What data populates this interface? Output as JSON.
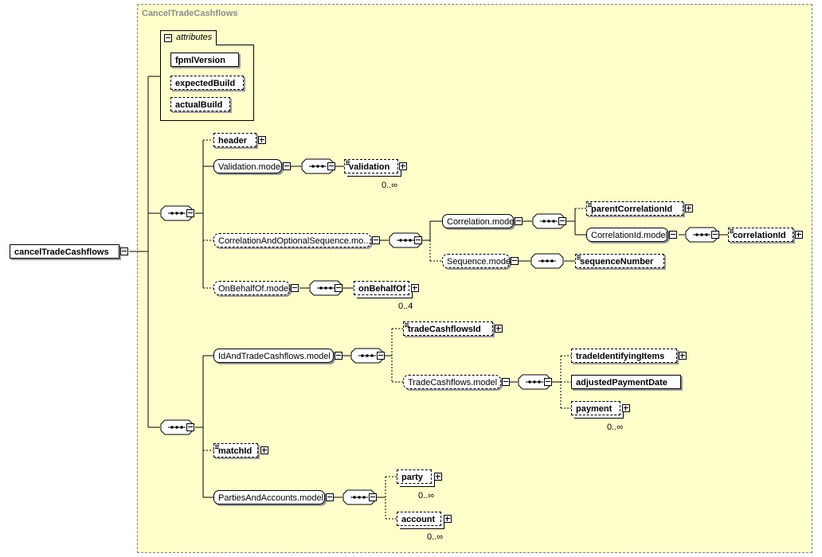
{
  "complex_type": {
    "title": "CancelTradeCashflows"
  },
  "attributes": {
    "label": "attributes",
    "items": [
      "fpmlVersion",
      "expectedBuild",
      "actualBuild"
    ]
  },
  "root": {
    "label": "cancelTradeCashflows"
  },
  "nodes": {
    "header": "header",
    "validation_model": "Validation.model",
    "validation": "validation",
    "validation_card": "0..∞",
    "corr_seq_model": "CorrelationAndOptionalSequence.mo...",
    "correlation_model": "Correlation.model",
    "parent_correlation_id": "parentCorrelationId",
    "correlation_id_model": "CorrelationId.model",
    "correlation_id": "correlationId",
    "sequence_model": "Sequence.model",
    "sequence_number": "sequenceNumber",
    "on_behalf_of_model": "OnBehalfOf.model",
    "on_behalf_of": "onBehalfOf",
    "on_behalf_of_card": "0..4",
    "id_and_trade_cashflows_model": "IdAndTradeCashflows.model",
    "trade_cashflows_id": "tradeCashflowsId",
    "trade_cashflows_model": "TradeCashflows.model",
    "trade_identifying_items": "tradeIdentifyingItems",
    "adjusted_payment_date": "adjustedPaymentDate",
    "payment": "payment",
    "payment_card": "0..∞",
    "match_id": "matchId",
    "parties_and_accounts_model": "PartiesAndAccounts.model",
    "party": "party",
    "party_card": "0..∞",
    "account": "account",
    "account_card": "0..∞"
  },
  "colors": {
    "canvas": "#ffffcc",
    "border": "#000000",
    "title": "#8c8c8c"
  }
}
